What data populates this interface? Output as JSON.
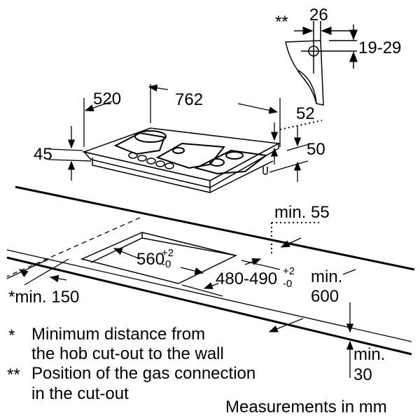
{
  "dimensions": {
    "connection_marker": "**",
    "bracket_offset": "26",
    "bracket_height": "19-29",
    "hob_depth": "520",
    "hob_width": "762",
    "gas_offset": "52",
    "hob_height": "45",
    "gas_height": "50",
    "cutout_width": "560",
    "cutout_width_tol_plus": "+2",
    "cutout_width_tol_minus": "-0",
    "cutout_depth": "480-490",
    "cutout_depth_tol_plus": "+2",
    "cutout_depth_tol_minus": "-0",
    "min_back": "min. 55",
    "min_front_label": "min.",
    "min_front_value": "600",
    "min_wall": "*min. 150",
    "min_thickness_label": "min.",
    "min_thickness_value": "30"
  },
  "notes": [
    {
      "marker": "*",
      "line1": "Minimum distance from",
      "line2": "the hob cut-out to the wall"
    },
    {
      "marker": "**",
      "line1": "Position of the gas connection",
      "line2": "in the cut-out"
    }
  ],
  "units_note": "Measurements in mm"
}
